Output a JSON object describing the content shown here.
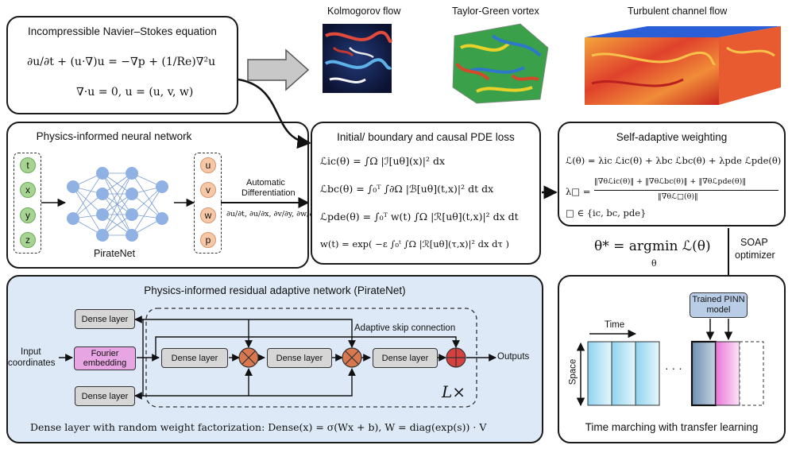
{
  "navier_stokes": {
    "title": "Incompressible Navier–Stokes equation",
    "eq1": "∂u/∂t + (u·∇)u = −∇p + (1/Re)∇²u",
    "eq2": "∇·u = 0,    u = (u, v, w)"
  },
  "flows": {
    "kolmogorov": "Kolmogorov flow",
    "taylor_green": "Taylor-Green vortex",
    "channel": "Turbulent channel flow"
  },
  "pinn": {
    "title": "Physics-informed neural network",
    "inputs": [
      "t",
      "x",
      "y",
      "z"
    ],
    "outputs": [
      "u",
      "v",
      "w",
      "p"
    ],
    "network_label": "PirateNet",
    "autodiff_line1": "Automatic",
    "autodiff_line2": "Differentiation",
    "derivatives": "∂u/∂t, ∂u/∂x, ∂v/∂y, ∂w/∂z, ⋯"
  },
  "loss": {
    "title": "Initial/ boundary and causal PDE loss",
    "ic": "ℒic(θ) = ∫Ω |ℐ[uθ](x)|² dx",
    "bc": "ℒbc(θ) = ∫₀ᵀ ∫∂Ω |ℬ[uθ](t,x)|² dt dx",
    "pde": "ℒpde(θ) = ∫₀ᵀ w(t) ∫Ω |ℛ[uθ](t,x)|² dx dt",
    "w": "w(t) = exp( −ε ∫₀ᵗ ∫Ω |ℛ[uθ](τ,x)|² dx dτ )"
  },
  "weighting": {
    "title": "Self-adaptive weighting",
    "total": "ℒ(θ) = λic ℒic(θ) + λbc ℒbc(θ) + λpde ℒpde(θ)",
    "lambda_lhs": "λ□ =",
    "lambda_num": "‖∇θℒic(θ)‖ + ‖∇θℒbc(θ)‖ + ‖∇θℒpde(θ)‖",
    "lambda_den": "‖∇θℒ□(θ)‖",
    "set": "□ ∈ {ic, bc, pde}"
  },
  "optimizer": {
    "argmin": "θ* = argmin ℒ(θ)",
    "argmin_sub": "θ",
    "line1": "SOAP",
    "line2": "optimizer"
  },
  "pirate": {
    "title": "Physics-informed residual adaptive network (PirateNet)",
    "input_line1": "Input",
    "input_line2": "coordinates",
    "fourier_line1": "Fourier",
    "fourier_line2": "embedding",
    "dense": "Dense layer",
    "skip": "Adaptive skip connection",
    "outputs": "Outputs",
    "repeat": "L×",
    "footer": "Dense layer with random weight factorization:  Dense(x) = σ(Wx + b), W = diag(exp(s)) · V"
  },
  "marching": {
    "trained_line1": "Trained PINN",
    "trained_line2": "model",
    "time": "Time",
    "space": "Space",
    "dots": "· · ·",
    "title": "Time marching with transfer learning"
  },
  "colors": {
    "panel_blue": "#dde9f6",
    "fourier": "#e7a5e3",
    "mult": "#d9774f",
    "add": "#d84040",
    "node_in": "#a7d493",
    "node_out": "#f7c8a8",
    "hidden": "#8fb1e3"
  }
}
